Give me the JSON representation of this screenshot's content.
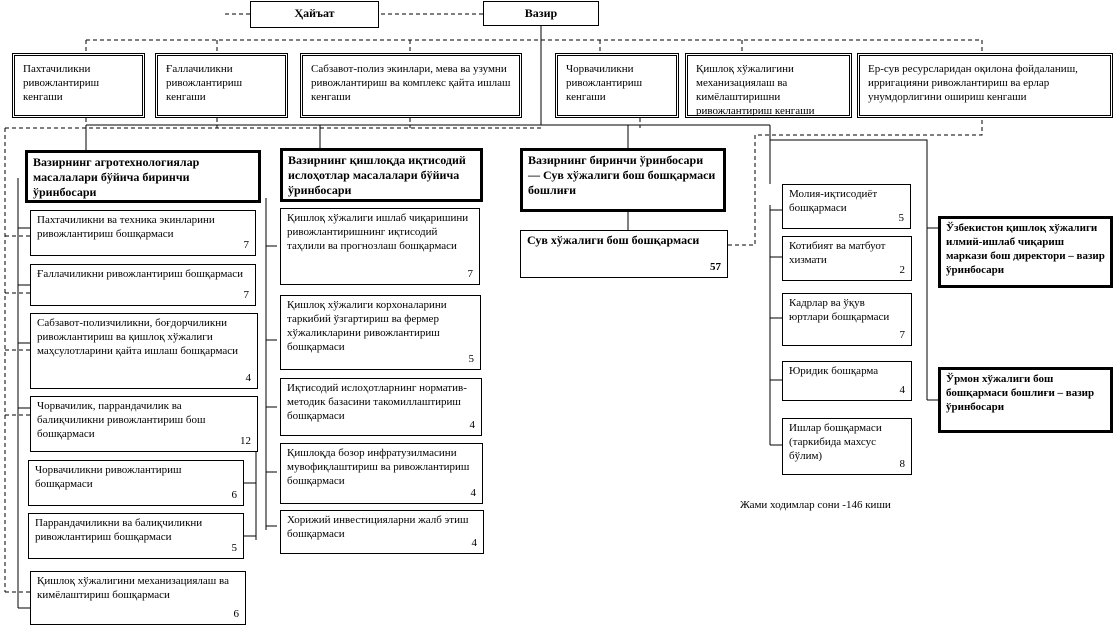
{
  "top": {
    "council": "Ҳайъат",
    "minister": "Вазир"
  },
  "councils": [
    "Пахтачиликни ривожлантириш кенгаши",
    "Ғаллачиликни ривожлантириш кенгаши",
    "Сабзавот-полиз экинлари, мева ва узумни ривожлантириш ва комплекс қайта ишлаш кенгаши",
    "Чорвачиликни ривожлантириш кенгаши",
    "Қишлоқ хўжалигини механизациялаш ва кимёлаштиришни ривожлантириш кенгаши",
    "Ер-сув ресурсларидан оқилона фойдаланиш, ирригацияни ривожлантириш ва ерлар унумдорлигини ошириш кенгаши"
  ],
  "deputies": [
    "Вазирнинг агротехнологиялар масалалари бўйича биринчи ўринбосари",
    "Вазирнинг қишлоқда иқтисодий ислоҳотлар масалалари бўйича ўринбосари",
    "Вазирнинг биринчи ўринбосари — Сув хўжалиги бош бошқармаси бошлиғи"
  ],
  "left_departments": [
    {
      "name": "Пахтачиликни ва техника экинларини ривожлантириш бошқармаси",
      "count": "7"
    },
    {
      "name": "Ғаллачиликни ривожлантириш бошқармаси",
      "count": "7"
    },
    {
      "name": "Сабзавот-полизчиликни, боғдорчиликни ривожлантириш ва қишлоқ хўжалиги маҳсулотларини қайта ишлаш бошқармаси",
      "count": "4"
    },
    {
      "name": "Чорвачилик, паррандачилик ва балиқчиликни ривожлантириш бош бошқармаси",
      "count": "12"
    },
    {
      "name": "Чорвачиликни ривожлантириш бошқармаси",
      "count": "6"
    },
    {
      "name": "Паррандачиликни ва балиқчиликни ривожлантириш бошқармаси",
      "count": "5"
    },
    {
      "name": "Қишлоқ хўжалигини механизациялаш ва кимёлаштириш бошқармаси",
      "count": "6"
    }
  ],
  "mid_departments": [
    {
      "name": "Қишлоқ хўжалиги ишлаб чиқаришини ривожлантиришнинг иқтисодий таҳлили ва прогнозлаш бошқармаси",
      "count": "7"
    },
    {
      "name": "Қишлоқ хўжалиги корхоналарини таркибий ўзгартириш ва фермер хўжаликларини ривожлантириш бошқармаси",
      "count": "5"
    },
    {
      "name": "Иқтисодий ислоҳотларнинг норматив-методик базасини такомиллаштириш бошқармаси",
      "count": "4"
    },
    {
      "name": "Қишлоқда бозор инфратузилмасини мувофиқлаштириш ва ривожлантириш бошқармаси",
      "count": "4"
    },
    {
      "name": "Хорижий инвестицияларни жалб этиш бошқармаси",
      "count": "4"
    }
  ],
  "water": {
    "name": "Сув хўжалиги бош бошқармаси",
    "count": "57"
  },
  "right_departments": [
    {
      "name": "Молия-иқтисодиёт бошқармаси",
      "count": "5"
    },
    {
      "name": "Котибият ва матбуот хизмати",
      "count": "2"
    },
    {
      "name": "Кадрлар ва ўқув юртлари бошқармаси",
      "count": "7"
    },
    {
      "name": "Юридик бошқарма",
      "count": "4"
    },
    {
      "name": "Ишлар бошқармаси (таркибида махсус бўлим)",
      "count": "8"
    }
  ],
  "far_right": [
    "Ўзбекистон қишлоқ хўжалиги илмий-ишлаб чиқариш маркази бош директори – вазир ўринбосари",
    "Ўрмон хўжалиги бош бошқармаси бошлиғи – вазир ўринбосари"
  ],
  "total": "Жами ходимлар сони -146 киши"
}
